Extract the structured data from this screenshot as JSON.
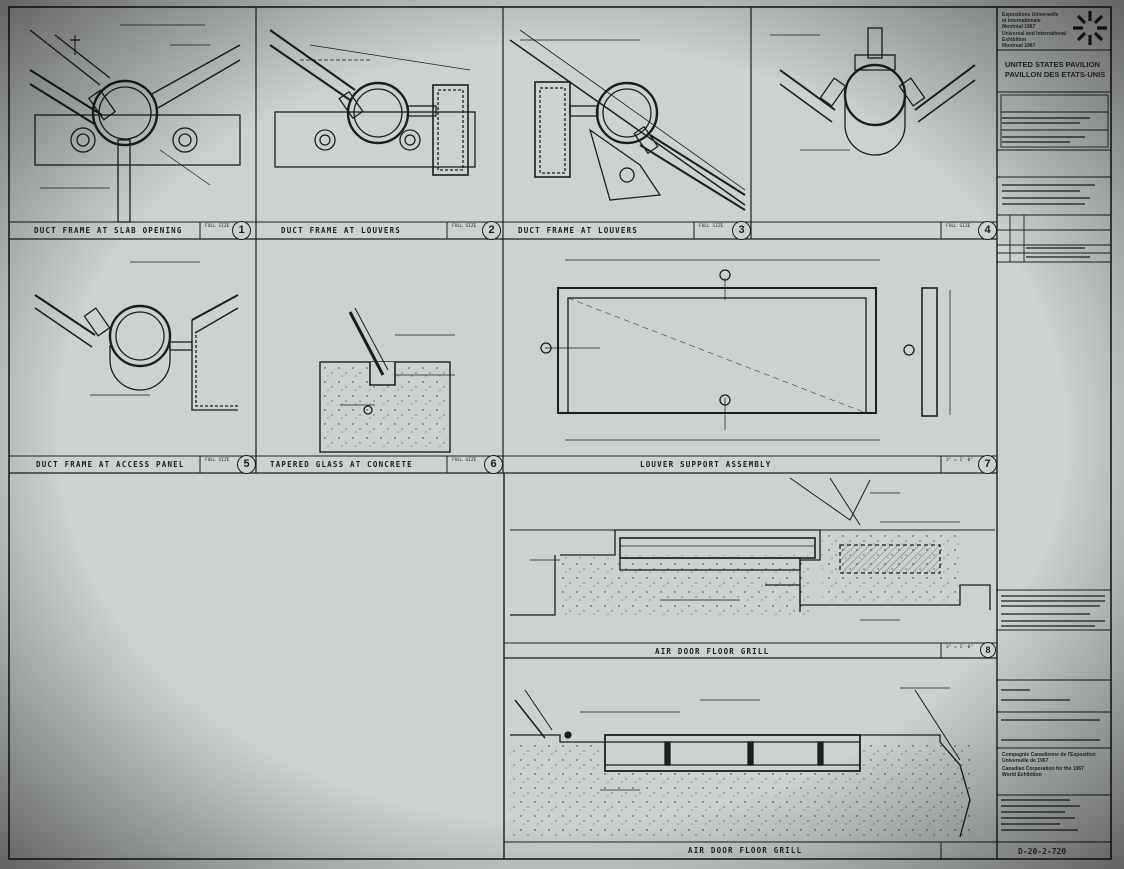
{
  "title_block": {
    "client_lines": [
      "Expositions Universelle",
      "et Internationale",
      "Montréal 1967"
    ],
    "client_lines_en": [
      "Universal and International",
      "Exhibition",
      "Montreal 1967"
    ],
    "pavilion_en": "UNITED STATES PAVILION",
    "pavilion_fr": "PAVILLON DES ETATS-UNIS",
    "expo_corp_fr": "Compagnie Canadienne de l'Exposition",
    "expo_corp_fr_2": "Universelle de 1967",
    "expo_corp_en": "Canadian Corporation for the 1967",
    "expo_corp_en_2": "World Exhibition",
    "sheet_number": "D-20-2-720"
  },
  "details": [
    {
      "n": "1",
      "title": "DUCT FRAME AT SLAB OPENING",
      "scale": "FULL SIZE"
    },
    {
      "n": "2",
      "title": "DUCT FRAME AT LOUVERS",
      "scale": "FULL SIZE"
    },
    {
      "n": "3",
      "title": "DUCT FRAME AT LOUVERS",
      "scale": "FULL SIZE"
    },
    {
      "n": "4",
      "title": "",
      "scale": "FULL SIZE"
    },
    {
      "n": "5",
      "title": "DUCT FRAME AT ACCESS PANEL",
      "scale": "FULL SIZE"
    },
    {
      "n": "6",
      "title": "TAPERED GLASS AT CONCRETE",
      "scale": "FULL SIZE"
    },
    {
      "n": "7",
      "title": "LOUVER SUPPORT ASSEMBLY",
      "scale": "3\" = 1'-0\""
    },
    {
      "n": "8",
      "title": "AIR DOOR FLOOR GRILL",
      "scale": "3\" = 1'-0\""
    },
    {
      "n": "",
      "title": "AIR DOOR FLOOR GRILL",
      "scale": ""
    }
  ]
}
